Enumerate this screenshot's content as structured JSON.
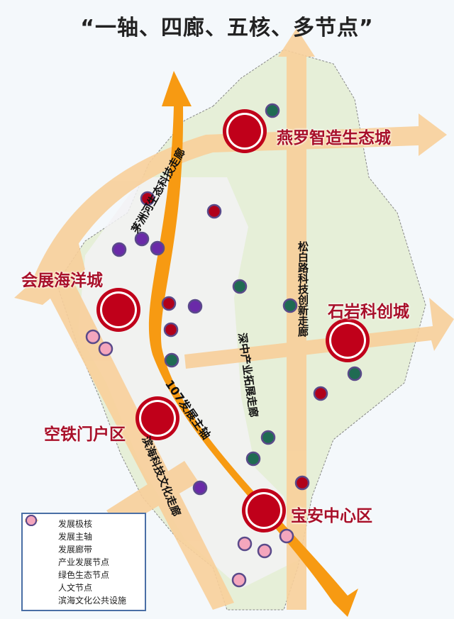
{
  "title": "“一轴、四廊、五核、多节点”",
  "poles": [
    {
      "name": "燕罗智造生态城"
    },
    {
      "name": "会展海洋城"
    },
    {
      "name": "石岩科创城"
    },
    {
      "name": "空铁门户区"
    },
    {
      "name": "宝安中心区"
    }
  ],
  "main_axis": "107发展主轴",
  "corridors": [
    "茅洲河生态科技走廊",
    "松白路科技创新走廊",
    "深中产业拓展走廊",
    "滨海科技文化走廊"
  ],
  "legend": [
    {
      "label": "发展极核",
      "symbol": "pole"
    },
    {
      "label": "发展主轴",
      "symbol": "axis-arrow"
    },
    {
      "label": "发展廊带",
      "symbol": "corridor-arrow"
    },
    {
      "label": "产业发展节点",
      "symbol": "industry-node"
    },
    {
      "label": "绿色生态节点",
      "symbol": "green-node"
    },
    {
      "label": "人文节点",
      "symbol": "culture-node"
    },
    {
      "label": "滨海文化公共设施",
      "symbol": "coastal-node"
    }
  ],
  "colors": {
    "pole": "#c0001a",
    "axis": "#f79a12",
    "corridor": "#f8cf9a",
    "industry": "#b0001a",
    "green": "#1f6b52",
    "culture": "#6a2aa8",
    "coastal": "#f4a6bd",
    "land": "#e6efd8",
    "sea": "#eaf3fa"
  }
}
